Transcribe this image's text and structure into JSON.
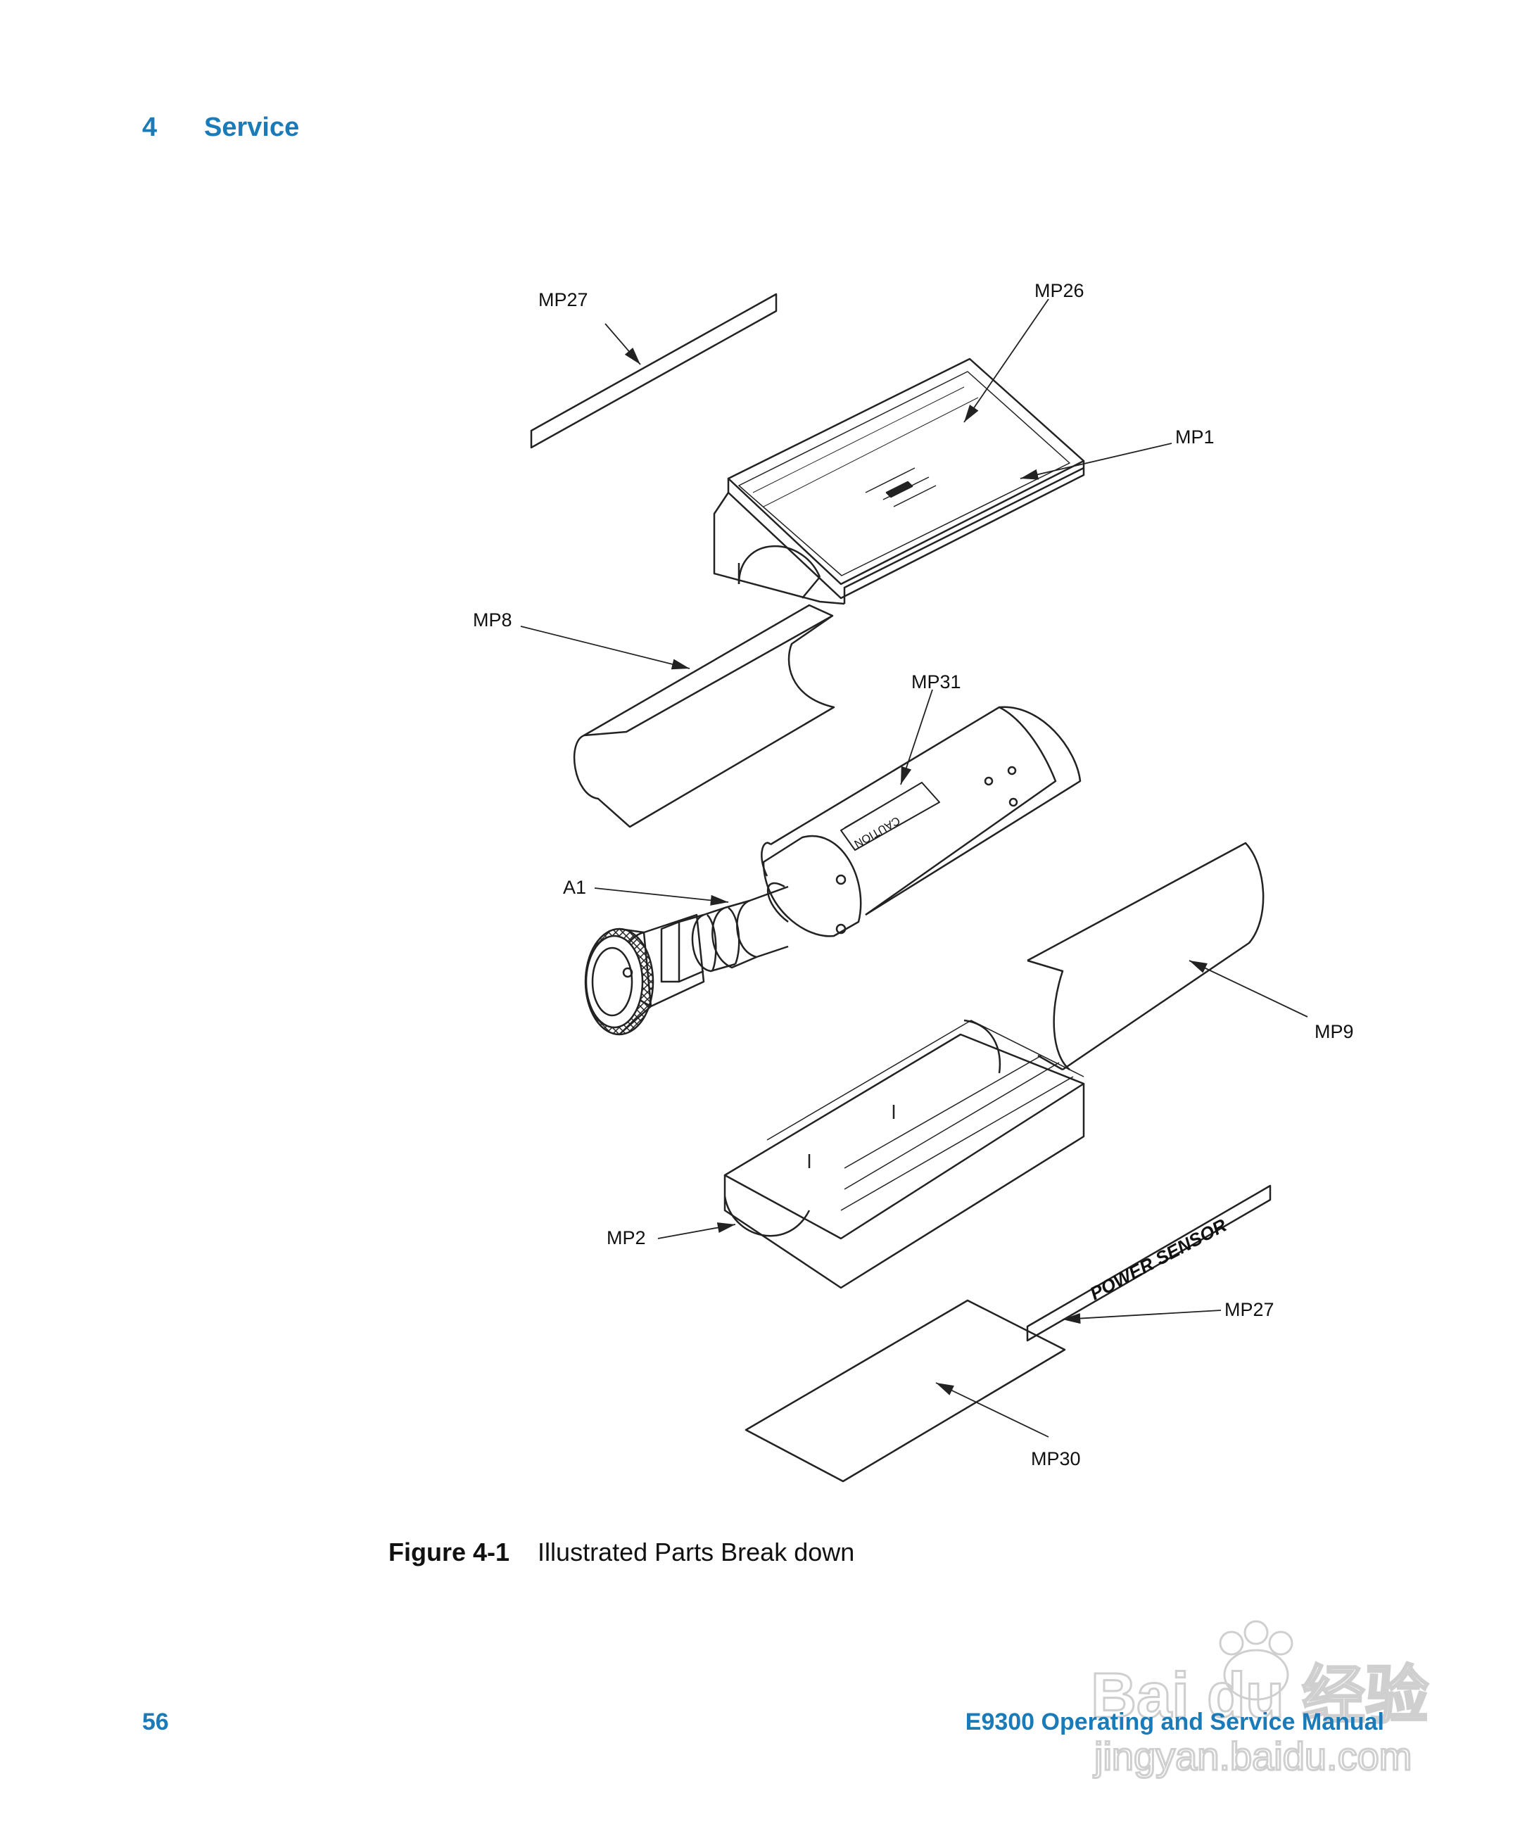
{
  "header": {
    "chapter_number": "4",
    "chapter_title": "Service"
  },
  "figure": {
    "callouts": {
      "mp27_top": "MP27",
      "mp26": "MP26",
      "mp1": "MP1",
      "mp8": "MP8",
      "mp31": "MP31",
      "a1": "A1",
      "mp9": "MP9",
      "mp2": "MP2",
      "mp27_bottom": "MP27",
      "mp30": "MP30"
    },
    "label_strip_text": "POWER SENSOR",
    "caution_label_text": "CAUTION",
    "caption_label": "Figure 4-1",
    "caption_text": "Illustrated Parts Break down"
  },
  "footer": {
    "page_number": "56",
    "manual_title": "E9300 Operating and Service Manual"
  },
  "watermark": {
    "brand": "Bai du 经验",
    "url": "jingyan.baidu.com"
  },
  "colors": {
    "accent": "#1a7bb8",
    "line": "#222222"
  }
}
